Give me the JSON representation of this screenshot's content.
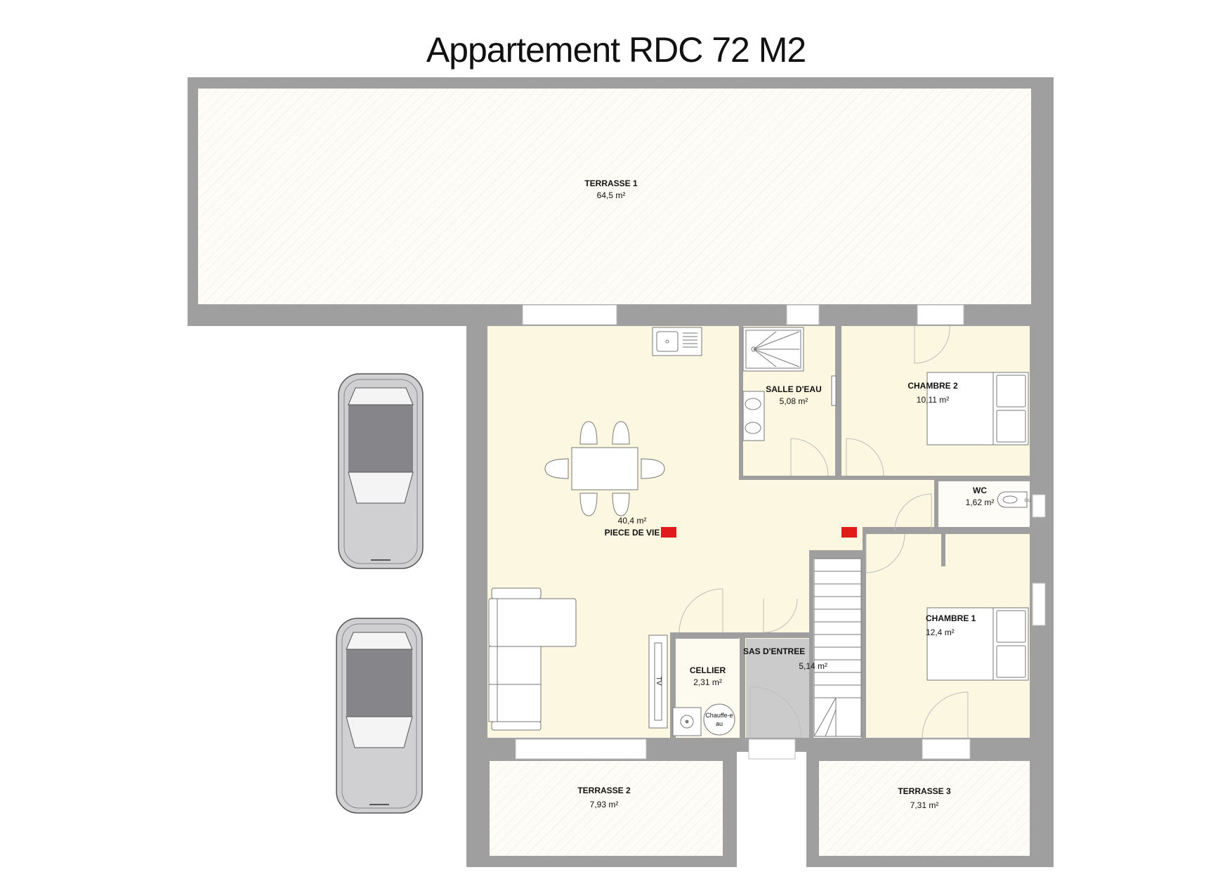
{
  "title": "Appartement RDC 72 M2",
  "colors": {
    "wall": "#9f9f9f",
    "floor": "#fbf7e0",
    "entrance_floor": "#cbcbcb",
    "cellar_floor": "#fdfaf0",
    "equipment_red": "#e11b1b",
    "car_body": "#d0d0d2",
    "car_roof": "#86868a"
  },
  "rooms": {
    "terrasse1": {
      "name": "TERRASSE 1",
      "area": "64,5 m²"
    },
    "salle_deau": {
      "name": "SALLE D'EAU",
      "area": "5,08 m²"
    },
    "chambre2": {
      "name": "CHAMBRE 2",
      "area": "10,11 m²"
    },
    "wc": {
      "name": "WC",
      "area": "1,62 m²"
    },
    "piece_de_vie": {
      "name": "PIECE DE VIE",
      "area": "40,4 m²"
    },
    "chambre1": {
      "name": "CHAMBRE 1",
      "area": "12,4 m²"
    },
    "cellier": {
      "name": "CELLIER",
      "area": "2,31 m²"
    },
    "sas_entree": {
      "name": "SAS D'ENTREE",
      "area": "5,14 m²"
    },
    "terrasse2": {
      "name": "TERRASSE 2",
      "area": "7,93 m²"
    },
    "terrasse3": {
      "name": "TERRASSE 3",
      "area": "7,31 m²"
    }
  },
  "fixtures": {
    "tv_label": "TV",
    "water_heater_label": "Chauffe-eau",
    "wc_note": "du"
  },
  "icons": [
    "shower-icon",
    "sink-icon",
    "kitchen-sink-icon",
    "bed-icon",
    "toilet-icon",
    "sofa-icon",
    "car-icon",
    "stair-icon",
    "door-swing-icon",
    "washing-machine-icon",
    "water-heater-icon"
  ]
}
